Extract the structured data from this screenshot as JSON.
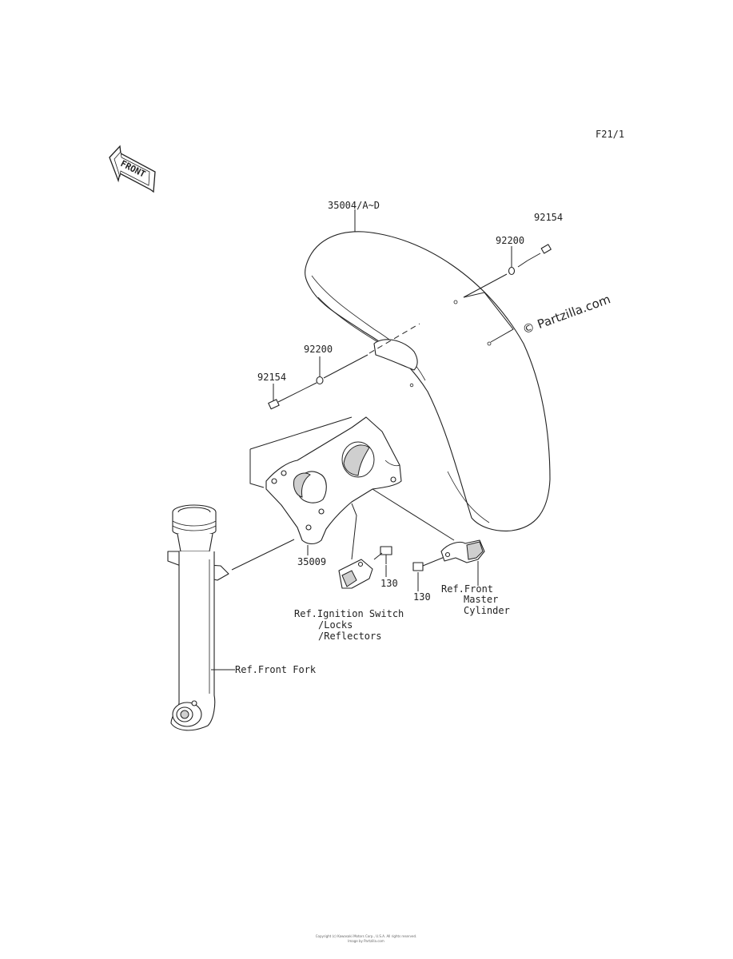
{
  "figure_code": "F21/1",
  "front_arrow": {
    "label": "FRONT",
    "icon": "front-direction-arrow-icon"
  },
  "watermark": "© Partzilla.com",
  "callouts": {
    "fender": "35004/A~D",
    "bolt_upper": "92154",
    "washer_upper": "92200",
    "washer_lower": "92200",
    "bolt_lower": "92154",
    "bracket": "35009",
    "bolt_center": "130",
    "bolt_right": "130"
  },
  "references": {
    "master_cylinder": [
      "Ref.Front",
      "Master",
      "Cylinder"
    ],
    "ignition": [
      "Ref.Ignition Switch",
      "/Locks",
      "/Reflectors"
    ],
    "front_fork": "Ref.Front Fork"
  },
  "footer": [
    "Copyright (c) Kawasaki Motors Corp., U.S.A. All rights reserved.",
    "Image by Partzilla.com"
  ]
}
